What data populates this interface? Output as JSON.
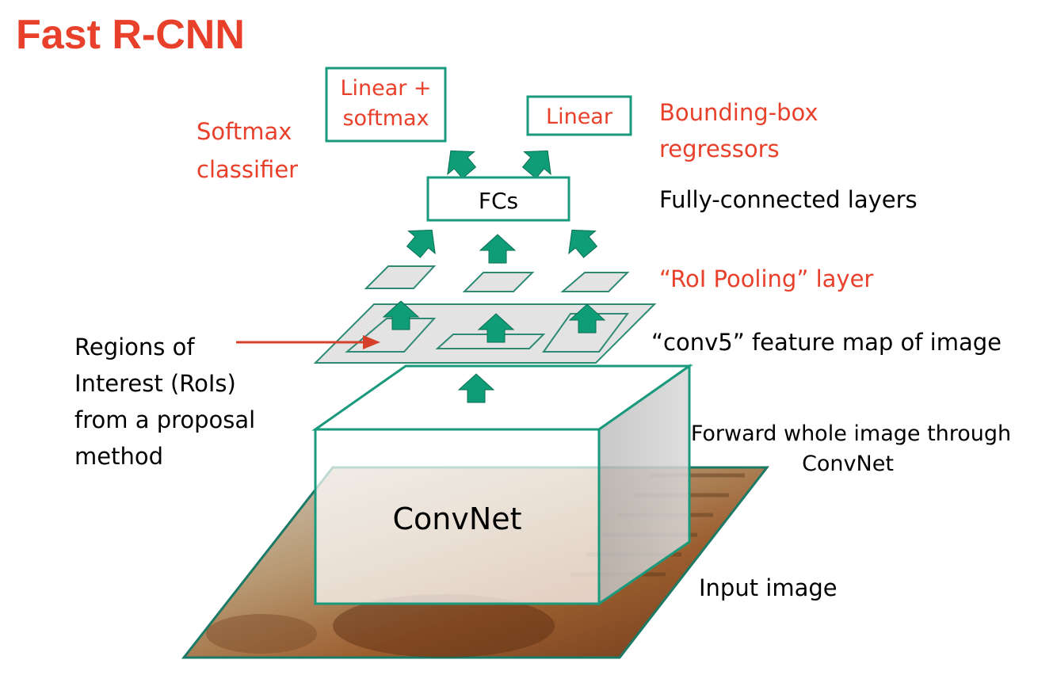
{
  "title": "Fast R-CNN",
  "colors": {
    "accent_red": "#e8402a",
    "teal_border": "#1a9a7c",
    "arrow_fill": "#0f9d77",
    "plane_fill": "#e3e3e3",
    "text": "#000000"
  },
  "boxes": {
    "linear_softmax_line1": "Linear +",
    "linear_softmax_line2": "softmax",
    "linear": "Linear",
    "fcs": "FCs",
    "convnet": "ConvNet"
  },
  "labels": {
    "softmax_line1": "Softmax",
    "softmax_line2": "classifier",
    "bbox_line1": "Bounding-box",
    "bbox_line2": "regressors",
    "fully_connected": "Fully-connected layers",
    "roi_pooling": "“RoI Pooling” layer",
    "conv5": "“conv5” feature map of image",
    "rois_line1": "Regions of",
    "rois_line2": "Interest (RoIs)",
    "rois_line3": "from a proposal",
    "rois_line4": "method",
    "forward_line1": "Forward whole image through",
    "forward_line2": "ConvNet",
    "input_image": "Input image"
  },
  "icons": {
    "flow_arrow": "up-arrow-icon",
    "roi_pointer": "right-arrow-icon"
  }
}
